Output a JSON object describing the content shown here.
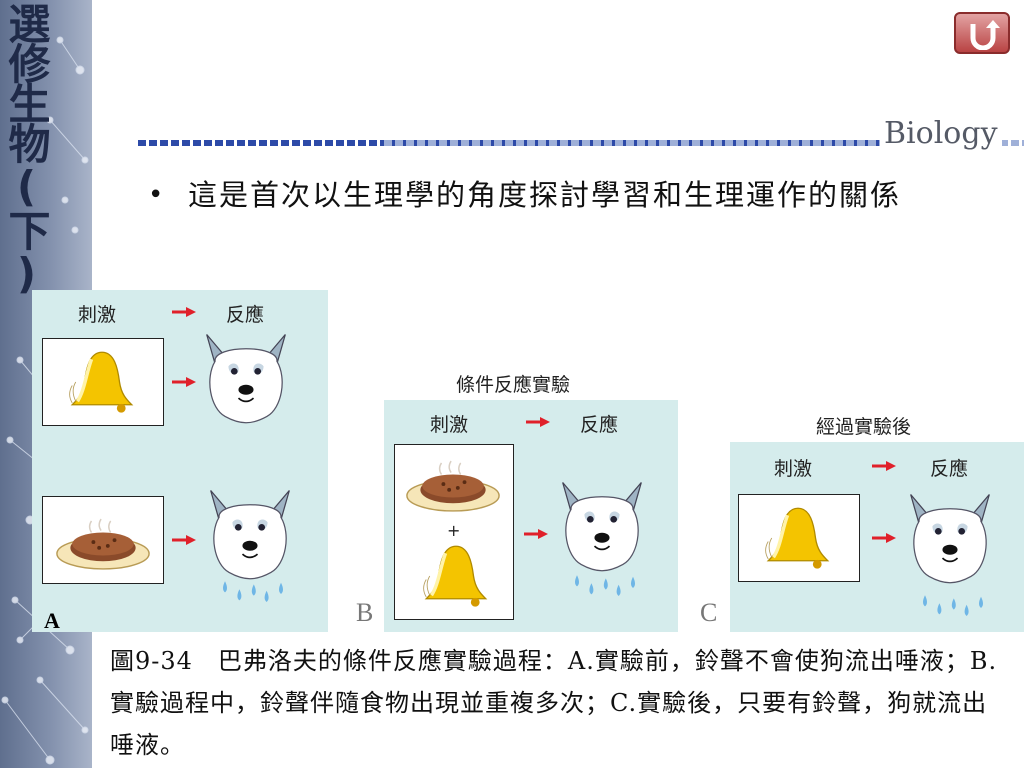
{
  "sidebar": {
    "title": "選修生物(下)"
  },
  "header": {
    "brand": "Biology"
  },
  "bullet": {
    "text": "這是首次以生理學的角度探討學習和生理運作的關係"
  },
  "figure": {
    "stimulus": "刺激",
    "response": "反應",
    "plus": "+",
    "panel_b_heading": "條件反應實驗",
    "panel_c_heading": "經過實驗後",
    "label_a": "A",
    "label_b": "B",
    "label_c": "C"
  },
  "caption": {
    "text": "圖9-34　巴弗洛夫的條件反應實驗過程：A.實驗前，鈴聲不會使狗流出唾液；B.實驗過程中，鈴聲伴隨食物出現並重複多次；C.實驗後，只要有鈴聲，狗就流出唾液。"
  },
  "colors": {
    "arrow": "#e0202a",
    "panel_bg": "#d5ecec",
    "bell": "#f2c200",
    "accent_line": "#2d4aa8"
  },
  "icons": {
    "back": "u-turn-icon",
    "bell": "bell-icon",
    "food": "food-plate-icon",
    "dog": "dog-icon"
  }
}
